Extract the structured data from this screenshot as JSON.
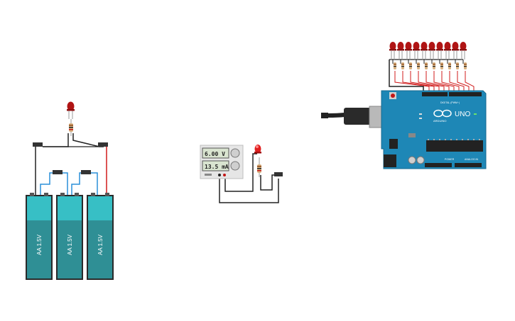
{
  "batteries": [
    {
      "label": "AA 1.5V"
    },
    {
      "label": "AA 1.5V"
    },
    {
      "label": "AA 1.5V"
    }
  ],
  "power_supply": {
    "voltage": "6.00 V",
    "current": "13.5 mA"
  },
  "arduino": {
    "logo_text": "UNO",
    "brand": "ARDUINO",
    "digital_label": "DIGITAL (PWM~)",
    "power_label": "POWER",
    "analog_label": "ANALOG IN"
  },
  "arduino_led_count": 10,
  "colors": {
    "battery_body": "#2f8f95",
    "battery_top": "#37bfc5",
    "arduino_board": "#1e87b6",
    "led_red": "#c21616",
    "wire_black": "#222222",
    "wire_red": "#d01b1b",
    "wire_blue": "#2a8fd8"
  }
}
